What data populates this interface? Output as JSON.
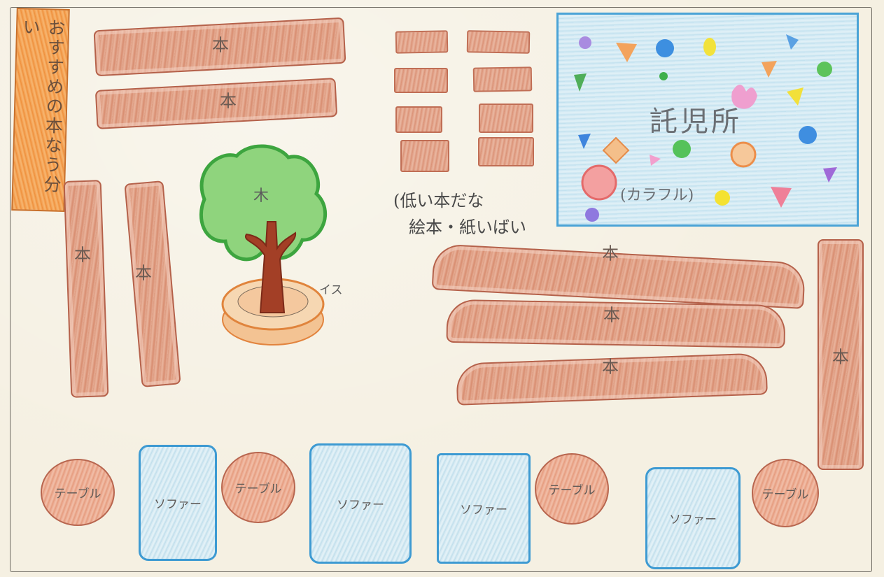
{
  "recommended_sign": {
    "label": "おすすめの本なう分い"
  },
  "book_label": "本",
  "kids_area": {
    "title": "託児所",
    "note": "(カラフル)"
  },
  "low_shelf_note": {
    "line1": "(低い本だな",
    "line2": "絵本・紙いばい"
  },
  "tree": {
    "label": "木",
    "chair_label": "イス"
  },
  "furniture": [
    {
      "type": "table",
      "label": "テーブル"
    },
    {
      "type": "sofa",
      "label": "ソファー"
    },
    {
      "type": "table",
      "label": "テーブル"
    },
    {
      "type": "sofa",
      "label": "ソファー"
    },
    {
      "type": "sofa",
      "label": "ソファー"
    },
    {
      "type": "table",
      "label": "テーブル"
    },
    {
      "type": "sofa",
      "label": "ソファー"
    },
    {
      "type": "table",
      "label": "テーブル"
    }
  ],
  "colors": {
    "shelf": "#d98f73",
    "sign": "#f29a4a",
    "kids_border": "#4aa3d6",
    "tree_leaves": "#5fbf56",
    "tree_trunk": "#9b3a22",
    "sofa_border": "#3d9ad2"
  }
}
